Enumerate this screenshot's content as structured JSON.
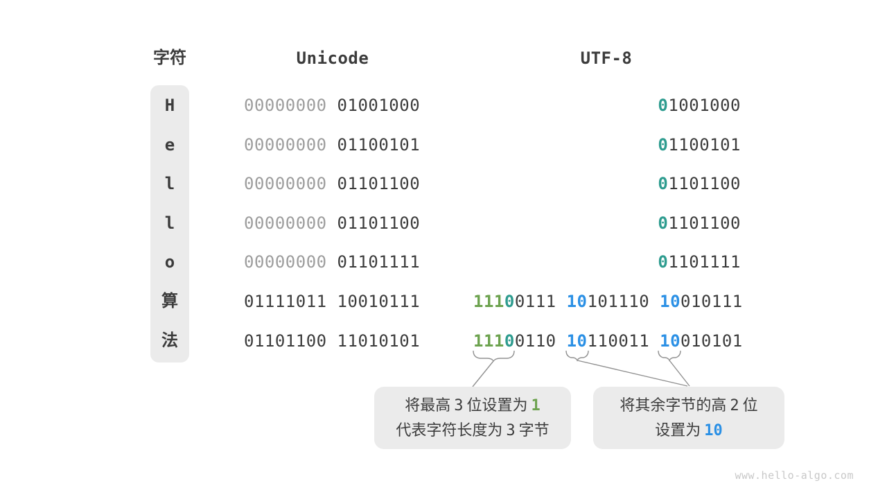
{
  "header": {
    "char_col": "字符",
    "unicode_col": "Unicode",
    "utf8_col": "UTF-8"
  },
  "colors": {
    "dark": "#3c3c3c",
    "gray": "#9d9d9d",
    "green": "#6ca24e",
    "teal": "#2e9c8f",
    "blue": "#2b90e5",
    "box_bg": "#ebebeb",
    "connector": "#909090"
  },
  "rows": [
    {
      "char": "H",
      "unicode": [
        {
          "t": "00000000",
          "c": "gray"
        },
        {
          "t": " 01001000",
          "c": "dark"
        }
      ],
      "utf8": [
        {
          "t": "0",
          "c": "teal"
        },
        {
          "t": "1001000",
          "c": "dark"
        }
      ]
    },
    {
      "char": "e",
      "unicode": [
        {
          "t": "00000000",
          "c": "gray"
        },
        {
          "t": " 01100101",
          "c": "dark"
        }
      ],
      "utf8": [
        {
          "t": "0",
          "c": "teal"
        },
        {
          "t": "1100101",
          "c": "dark"
        }
      ]
    },
    {
      "char": "l",
      "unicode": [
        {
          "t": "00000000",
          "c": "gray"
        },
        {
          "t": " 01101100",
          "c": "dark"
        }
      ],
      "utf8": [
        {
          "t": "0",
          "c": "teal"
        },
        {
          "t": "1101100",
          "c": "dark"
        }
      ]
    },
    {
      "char": "l",
      "unicode": [
        {
          "t": "00000000",
          "c": "gray"
        },
        {
          "t": " 01101100",
          "c": "dark"
        }
      ],
      "utf8": [
        {
          "t": "0",
          "c": "teal"
        },
        {
          "t": "1101100",
          "c": "dark"
        }
      ]
    },
    {
      "char": "o",
      "unicode": [
        {
          "t": "00000000",
          "c": "gray"
        },
        {
          "t": " 01101111",
          "c": "dark"
        }
      ],
      "utf8": [
        {
          "t": "0",
          "c": "teal"
        },
        {
          "t": "1101111",
          "c": "dark"
        }
      ]
    },
    {
      "char": "算",
      "unicode": [
        {
          "t": "01111011 10010111",
          "c": "dark"
        }
      ],
      "utf8": [
        {
          "t": "111",
          "c": "green"
        },
        {
          "t": "0",
          "c": "teal"
        },
        {
          "t": "0111 ",
          "c": "dark"
        },
        {
          "t": "10",
          "c": "blue"
        },
        {
          "t": "101110 ",
          "c": "dark"
        },
        {
          "t": "10",
          "c": "blue"
        },
        {
          "t": "010111",
          "c": "dark"
        }
      ]
    },
    {
      "char": "法",
      "unicode": [
        {
          "t": "01101100 11010101",
          "c": "dark"
        }
      ],
      "utf8": [
        {
          "t": "111",
          "c": "green"
        },
        {
          "t": "0",
          "c": "teal"
        },
        {
          "t": "0110 ",
          "c": "dark"
        },
        {
          "t": "10",
          "c": "blue"
        },
        {
          "t": "110011 ",
          "c": "dark"
        },
        {
          "t": "10",
          "c": "blue"
        },
        {
          "t": "010101",
          "c": "dark"
        }
      ]
    }
  ],
  "annotations": [
    {
      "lines": [
        [
          {
            "t": "将最高",
            "c": "dark"
          },
          {
            "t": "3",
            "c": "num"
          },
          {
            "t": "位设置为",
            "c": "dark"
          },
          {
            "t": "1",
            "c": "green"
          }
        ],
        [
          {
            "t": "代表字符长度为",
            "c": "dark"
          },
          {
            "t": "3",
            "c": "num"
          },
          {
            "t": "字节",
            "c": "dark"
          }
        ]
      ]
    },
    {
      "lines": [
        [
          {
            "t": "将其余字节的高",
            "c": "dark"
          },
          {
            "t": "2",
            "c": "num"
          },
          {
            "t": "位",
            "c": "dark"
          }
        ],
        [
          {
            "t": "设置为",
            "c": "dark"
          },
          {
            "t": "10",
            "c": "blue"
          }
        ]
      ]
    }
  ],
  "watermark": "www.hello-algo.com"
}
